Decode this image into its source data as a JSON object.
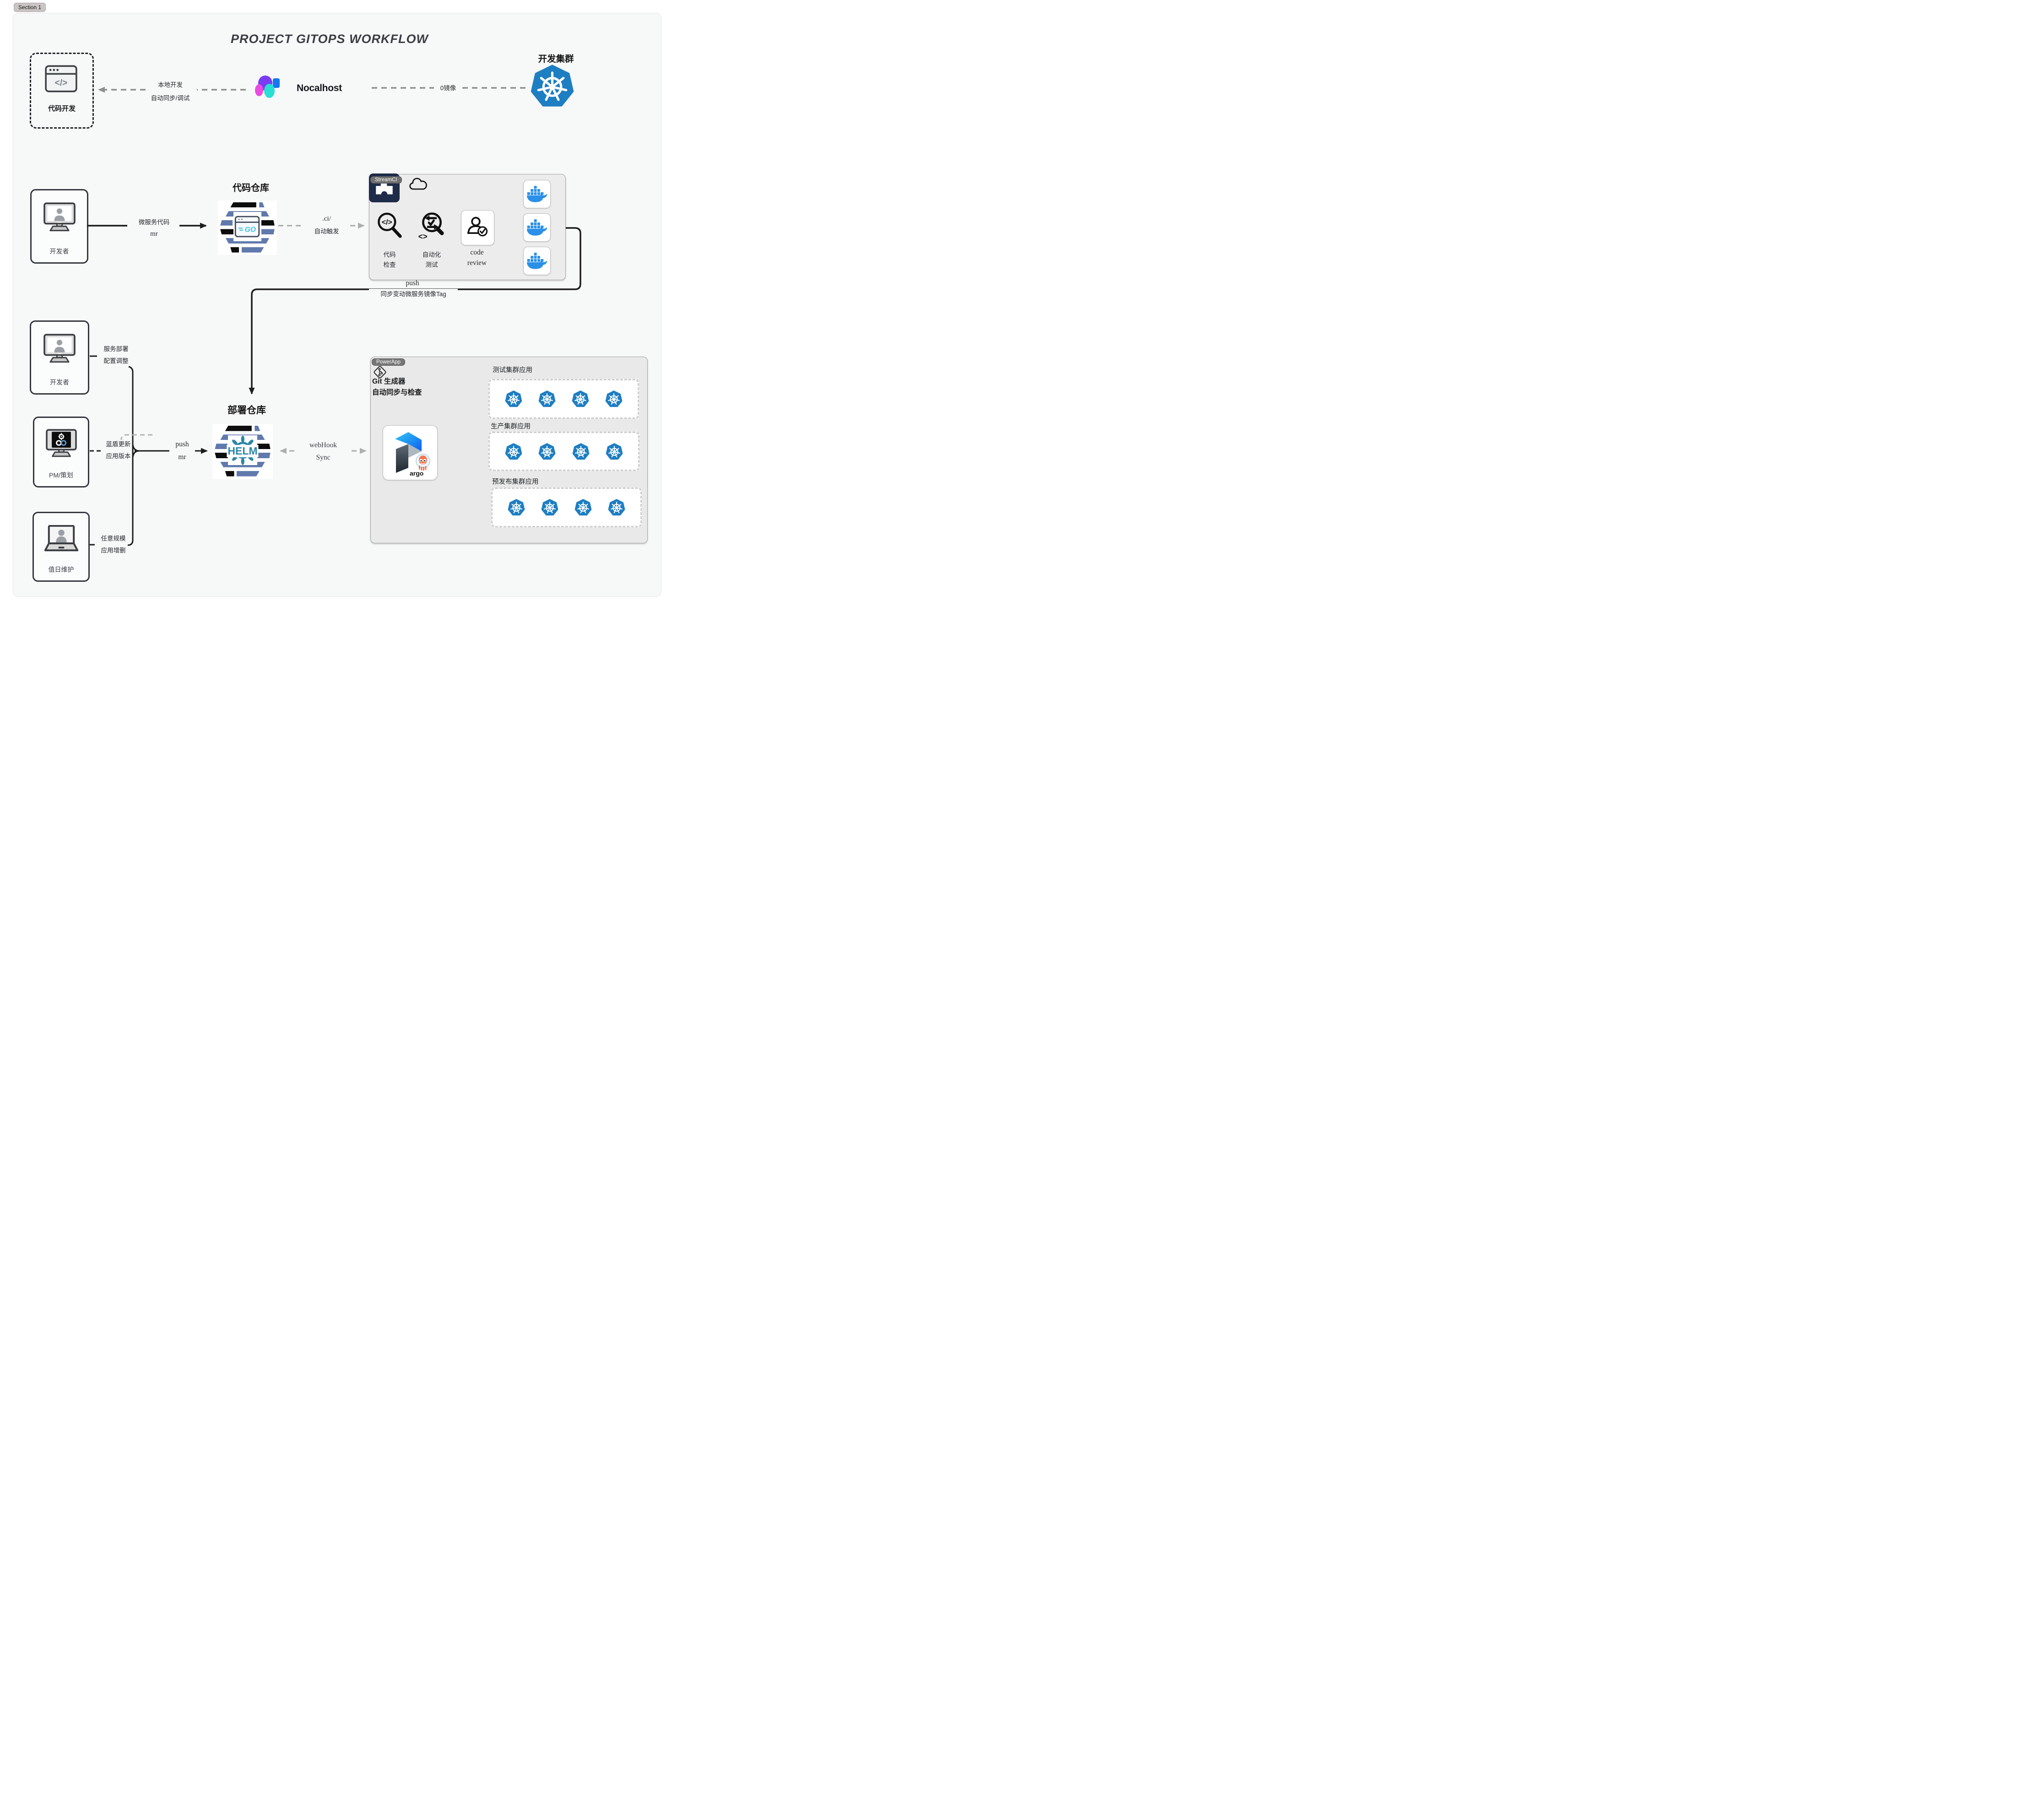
{
  "section": {
    "label": "Section 1"
  },
  "title": "PROJECT  GITOPS WORKFLOW",
  "glyphs": {
    "code_tag": "</>",
    "angle_brackets": "<>"
  },
  "colors": {
    "k8s_blue": "#1e7ec2",
    "docker_blue": "#2a90e8",
    "helm_teal": "#2b86a8",
    "stripe_blue": "#6079ad",
    "stripe_black": "#0d0d0d",
    "go_cyan": "#3fc6dc",
    "nocalhost_purple": "#7a3bf5",
    "nocalhost_magenta": "#ea4ce2",
    "nocalhost_cyan": "#29dfd4",
    "nocalhost_blue": "#1478f0",
    "argo_orange": "#f4744e",
    "streamci_navy": "#1e2b49"
  },
  "nodes": {
    "code_dev": {
      "label": "代码开发"
    },
    "nocalhost": {
      "label": "Nocalhost"
    },
    "dev_cluster": {
      "label": "开发集群"
    },
    "developer_top": {
      "label": "开发者"
    },
    "code_repo": {
      "label": "代码仓库",
      "logo_text": "GO"
    },
    "streamci": {
      "badge": "StreamCI",
      "steps": [
        {
          "line1": "代码",
          "line2": "检查"
        },
        {
          "line1": "自动化",
          "line2": "测试"
        },
        {
          "line1": "code",
          "line2": "review"
        }
      ]
    },
    "deploy_repo": {
      "label": "部署仓库",
      "logo_text": "HELM"
    },
    "developer_mid": {
      "label": "开发者"
    },
    "pm": {
      "label": "PM/策划"
    },
    "duty": {
      "label": "值日维护"
    },
    "powerapp": {
      "badge": "PowerApp",
      "line1": "Git 生成器",
      "line2": "自动同步与检查",
      "argo_label": "argo",
      "clusters": [
        {
          "label": "测试集群应用"
        },
        {
          "label": "生产集群应用"
        },
        {
          "label": "预发布集群应用"
        }
      ]
    }
  },
  "edges": {
    "local_dev": {
      "line1": "本地开发",
      "line2": "自动同步/调试"
    },
    "zero_image": {
      "label": "0镜像"
    },
    "ms_code": {
      "line1": "微服务代码",
      "line2": "mr"
    },
    "ci_trigger": {
      "line1": ".ci/",
      "line2": "自动触发"
    },
    "push_sync": {
      "line1": "push",
      "line2": "同步变动微服务镜像Tag"
    },
    "push_mr": {
      "line1": "push",
      "line2": "mr"
    },
    "webhook": {
      "line1": "webHook",
      "line2": "Sync"
    },
    "deploy_cfg": {
      "line1": "服务部署",
      "line2": "配置调整"
    },
    "blueshield": {
      "line1": "蓝盾更新",
      "line2": "应用版本"
    },
    "any_scale": {
      "line1": "任意规模",
      "line2": "应用增删"
    }
  }
}
